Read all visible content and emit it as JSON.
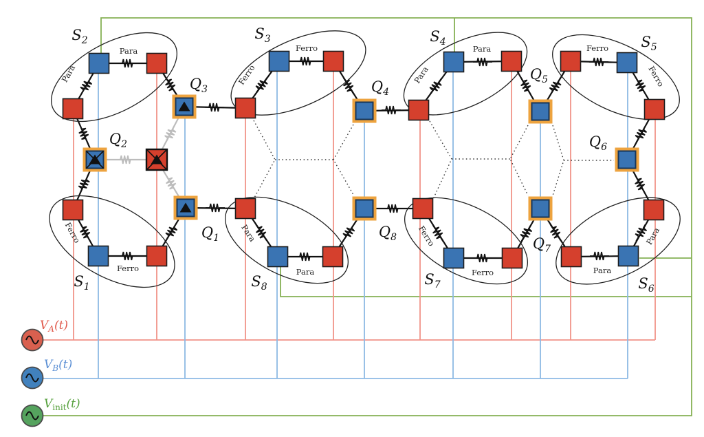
{
  "diagram": {
    "groups": {
      "S1": {
        "symbol": "S",
        "sub": "1",
        "coupling": "Ferro"
      },
      "S2": {
        "symbol": "S",
        "sub": "2",
        "coupling": "Para"
      },
      "S3": {
        "symbol": "S",
        "sub": "3",
        "coupling": "Ferro"
      },
      "S4": {
        "symbol": "S",
        "sub": "4",
        "coupling": "Para"
      },
      "S5": {
        "symbol": "S",
        "sub": "5",
        "coupling": "Ferro"
      },
      "S6": {
        "symbol": "S",
        "sub": "6",
        "coupling": "Para"
      },
      "S7": {
        "symbol": "S",
        "sub": "7",
        "coupling": "Ferro"
      },
      "S8": {
        "symbol": "S",
        "sub": "8",
        "coupling": "Para"
      }
    },
    "qnodes": {
      "Q1": {
        "symbol": "Q",
        "sub": "1"
      },
      "Q2": {
        "symbol": "Q",
        "sub": "2"
      },
      "Q3": {
        "symbol": "Q",
        "sub": "3"
      },
      "Q4": {
        "symbol": "Q",
        "sub": "4"
      },
      "Q5": {
        "symbol": "Q",
        "sub": "5"
      },
      "Q6": {
        "symbol": "Q",
        "sub": "6"
      },
      "Q7": {
        "symbol": "Q",
        "sub": "7"
      },
      "Q8": {
        "symbol": "Q",
        "sub": "8"
      }
    },
    "sources": {
      "VA": {
        "symbol": "V",
        "sub": "A",
        "suffix": "(t)",
        "color": "#e0584a"
      },
      "VB": {
        "symbol": "V",
        "sub": "B",
        "suffix": "(t)",
        "color": "#5b8fd4"
      },
      "Vinit": {
        "symbol": "V",
        "sub": "init",
        "suffix": "(t)",
        "color": "#55a03c"
      }
    },
    "icons": {
      "ac_source_symbol": "∿",
      "oscillator_marker": "triangle",
      "disabled_marker": "crossed-box"
    },
    "colors": {
      "red_square": "#d5402d",
      "blue_square": "#3a74b3",
      "orange_border": "#eda33f",
      "wire_red": "#f19388",
      "wire_blue": "#8db9e4",
      "wire_green": "#85b054",
      "gray_link": "#bcbcbc"
    }
  }
}
